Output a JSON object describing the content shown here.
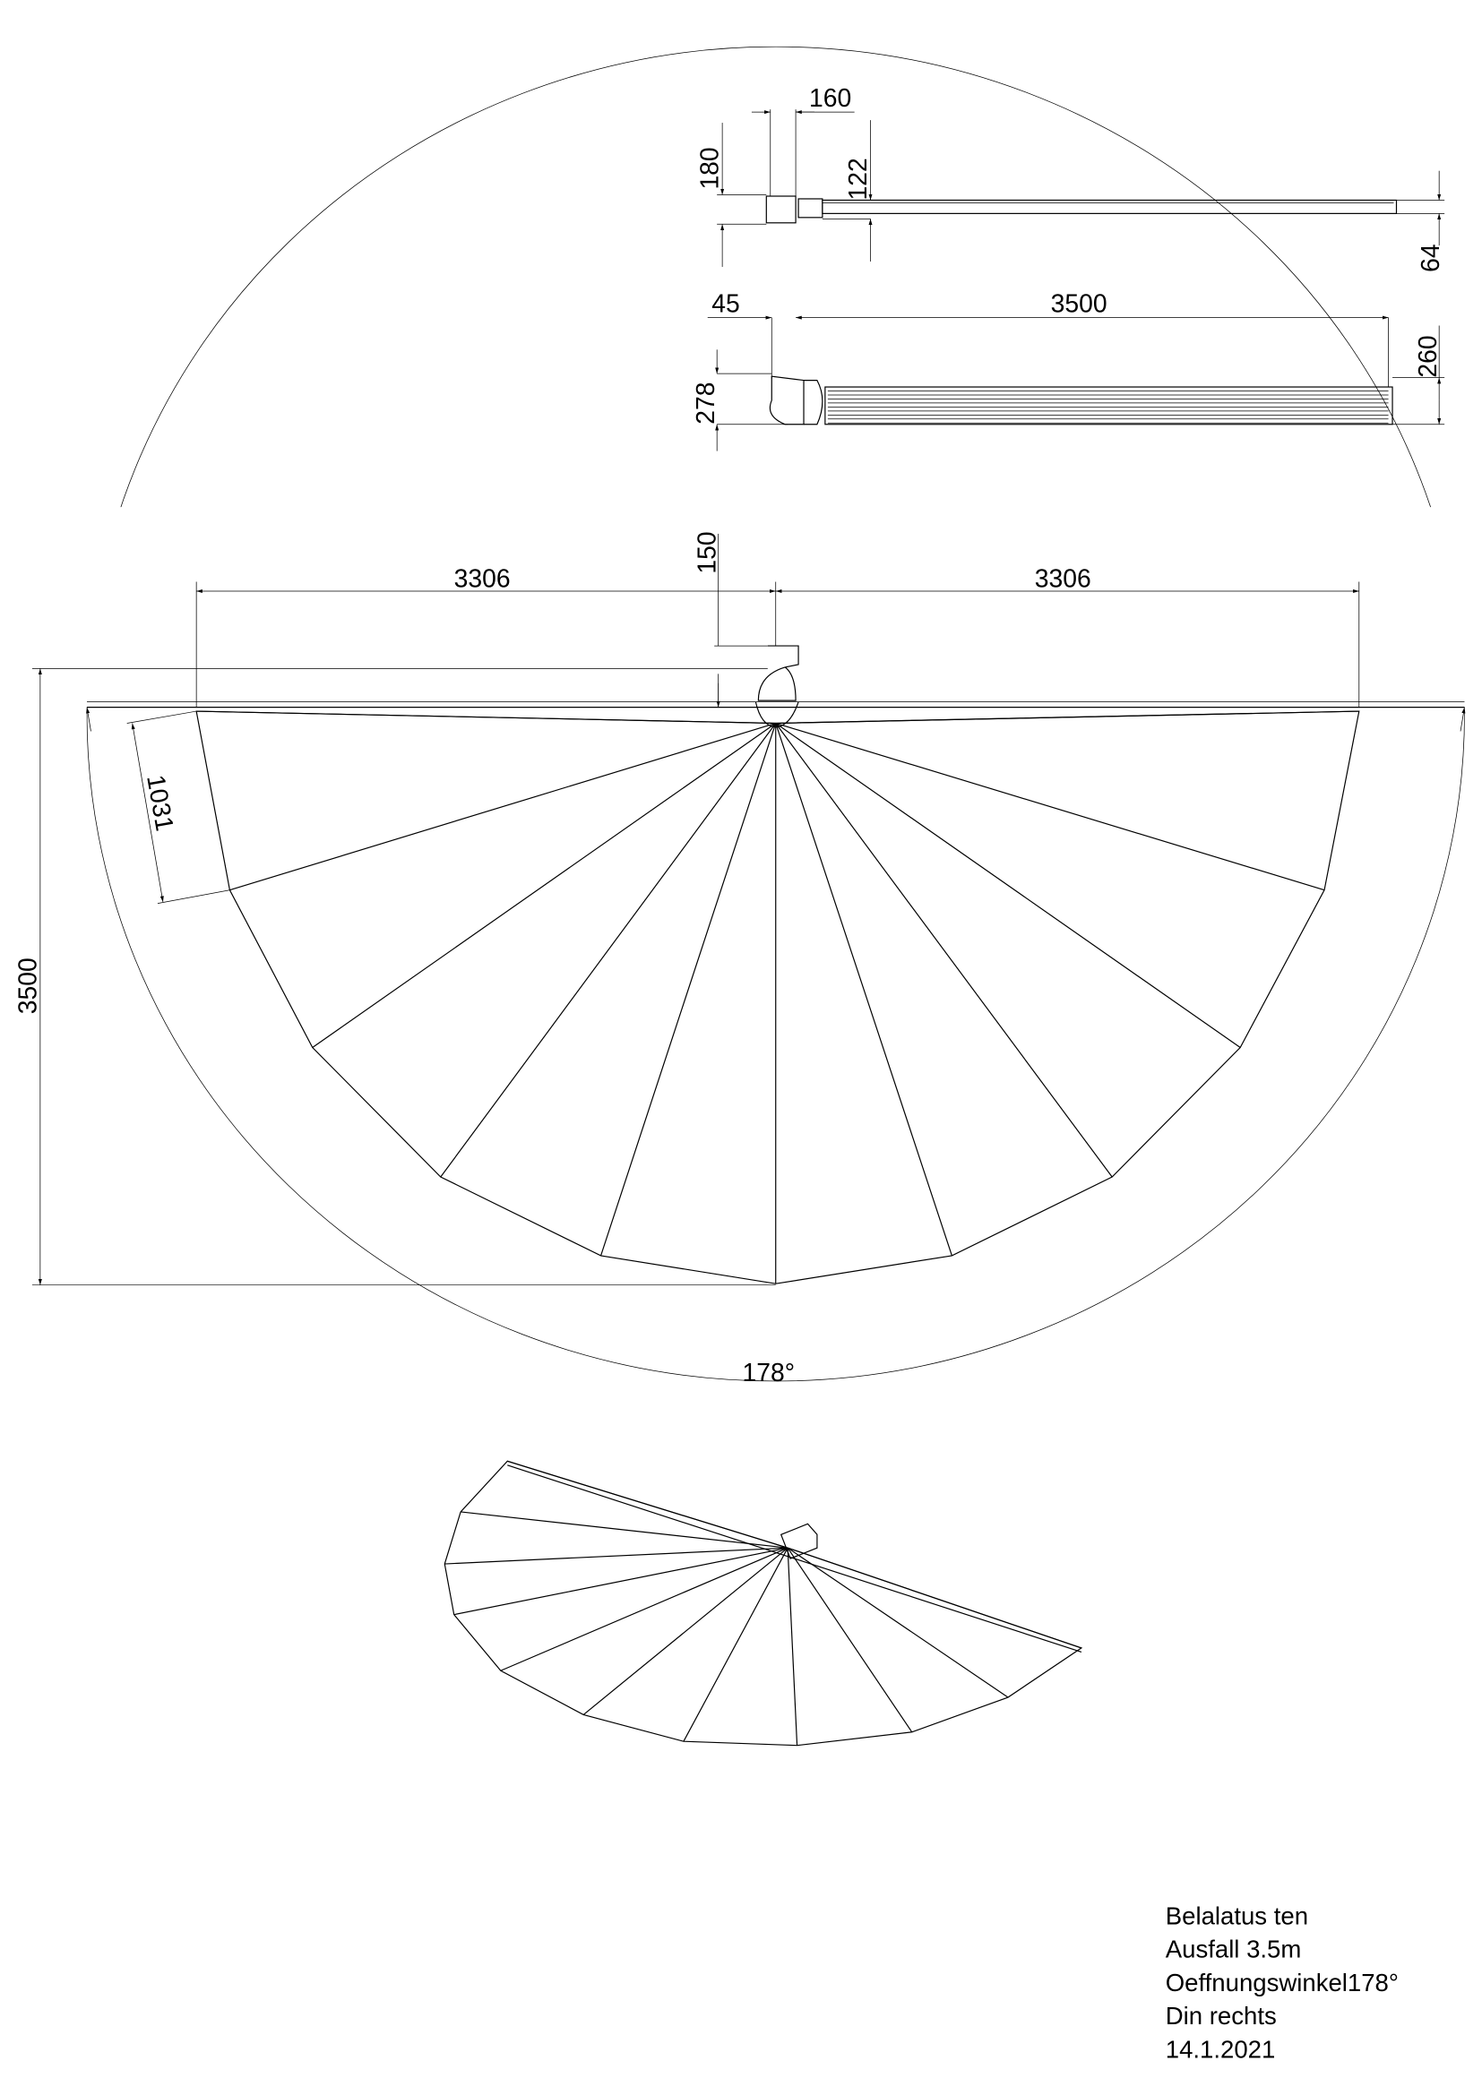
{
  "side_view": {
    "dims": {
      "bracket_width": "160",
      "bracket_height": "180",
      "arm_height": "122",
      "rail_height": "64"
    }
  },
  "roller_view": {
    "dims": {
      "offset": "45",
      "length": "3500",
      "height_left": "278",
      "height_right": "260"
    }
  },
  "plan_view": {
    "dims": {
      "half_width_left": "3306",
      "half_width_right": "3306",
      "mount_offset": "150",
      "projection": "3500",
      "segment": "1031",
      "opening_angle": "178°"
    }
  },
  "title_block": {
    "lines": [
      "Belalatus ten",
      "Ausfall 3.5m",
      "Oeffnungswinkel178°",
      "Din rechts",
      "14.1.2021"
    ]
  }
}
